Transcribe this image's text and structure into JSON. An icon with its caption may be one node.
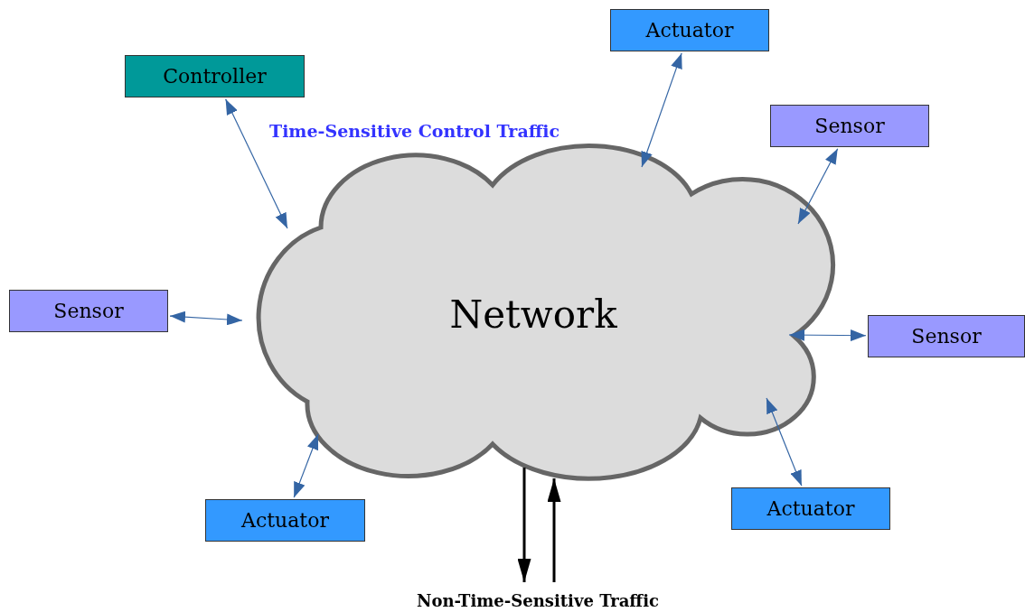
{
  "diagram": {
    "nodes": [
      {
        "text": [
          "Actuator"
        ]
      },
      {
        "text": [
          "Controller"
        ]
      },
      {
        "text": [
          "Sensor"
        ]
      },
      {
        "text": [
          "Sensor"
        ]
      },
      {
        "text": [
          "Network"
        ]
      },
      {
        "text": [
          "Sensor"
        ]
      },
      {
        "text": [
          "Actuator"
        ]
      },
      {
        "text": [
          "Actuator"
        ]
      },
      {
        "text": [
          "Non-Time-Sensitive Traffic"
        ]
      }
    ],
    "edges": [
      {
        "from": 1,
        "to": 4,
        "arrow": "both"
      },
      {
        "from": 0,
        "to": 4,
        "arrow": "both"
      },
      {
        "from": 2,
        "to": 4,
        "arrow": "both"
      },
      {
        "from": 3,
        "to": 4,
        "arrow": "both"
      },
      {
        "from": 5,
        "to": 4,
        "arrow": "both"
      },
      {
        "from": 6,
        "to": 4,
        "arrow": "both"
      },
      {
        "from": 7,
        "to": 4,
        "arrow": "both"
      },
      {
        "from": 4,
        "to": 8,
        "arrow": "to",
        "style": "thick",
        "color": "#000000"
      },
      {
        "from": 8,
        "to": 4,
        "arrow": "to",
        "style": "thick",
        "color": "#000000"
      }
    ],
    "labels": [
      "Time-Sensitive Control Traffic"
    ]
  }
}
